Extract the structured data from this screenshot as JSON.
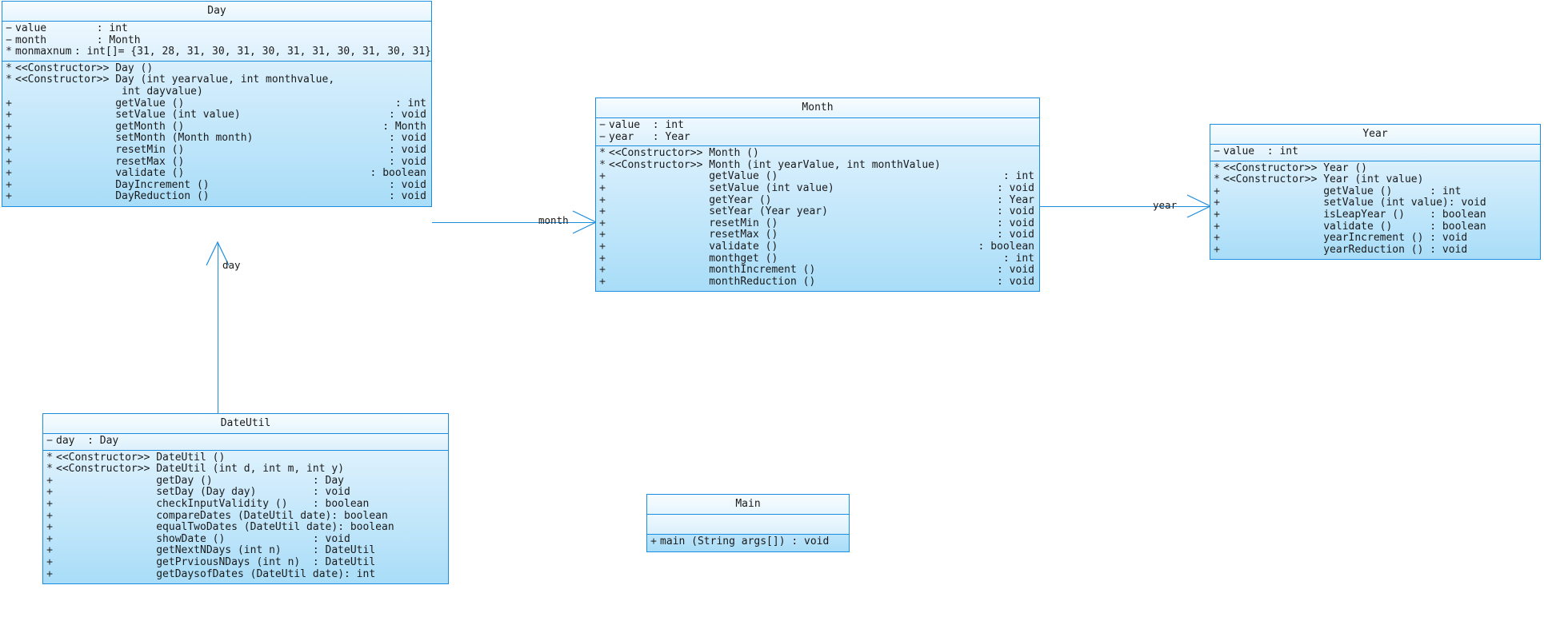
{
  "diagram": {
    "title": "UML Class Diagram",
    "accent_color": "#1b8de0",
    "fill_top": "#f4fbff",
    "fill_bottom": "#a9ddf8"
  },
  "classes": {
    "day": {
      "name": "Day",
      "attributes": [
        {
          "visibility": "−",
          "name": "value",
          "type": "int",
          "default": ""
        },
        {
          "visibility": "−",
          "name": "month",
          "type": "Month",
          "default": ""
        },
        {
          "visibility": "*",
          "name": "monmaxnum",
          "type": "int[]",
          "default": "= {31, 28, 31, 30, 31, 30, 31, 31, 30, 31, 30, 31}"
        }
      ],
      "operations": [
        {
          "visibility": "*",
          "stereotype": "<<Constructor>>",
          "signature": "Day ()",
          "returns": ""
        },
        {
          "visibility": "*",
          "stereotype": "<<Constructor>>",
          "signature": "Day (int yearvalue, int monthvalue,",
          "signature2": "int dayvalue)",
          "returns": ""
        },
        {
          "visibility": "+",
          "stereotype": "",
          "signature": "getValue ()",
          "returns": ": int"
        },
        {
          "visibility": "+",
          "stereotype": "",
          "signature": "setValue (int value)",
          "returns": ": void"
        },
        {
          "visibility": "+",
          "stereotype": "",
          "signature": "getMonth ()",
          "returns": ": Month"
        },
        {
          "visibility": "+",
          "stereotype": "",
          "signature": "setMonth (Month month)",
          "returns": ": void"
        },
        {
          "visibility": "+",
          "stereotype": "",
          "signature": "resetMin ()",
          "returns": ": void"
        },
        {
          "visibility": "+",
          "stereotype": "",
          "signature": "resetMax ()",
          "returns": ": void"
        },
        {
          "visibility": "+",
          "stereotype": "",
          "signature": "validate ()",
          "returns": ": boolean"
        },
        {
          "visibility": "+",
          "stereotype": "",
          "signature": "DayIncrement ()",
          "returns": ": void"
        },
        {
          "visibility": "+",
          "stereotype": "",
          "signature": "DayReduction ()",
          "returns": ": void"
        }
      ]
    },
    "month": {
      "name": "Month",
      "attributes": [
        {
          "visibility": "−",
          "name": "value",
          "type": "int",
          "default": ""
        },
        {
          "visibility": "−",
          "name": "year",
          "type": "Year",
          "default": ""
        }
      ],
      "operations": [
        {
          "visibility": "*",
          "stereotype": "<<Constructor>>",
          "signature": "Month ()",
          "returns": ""
        },
        {
          "visibility": "*",
          "stereotype": "<<Constructor>>",
          "signature": "Month (int yearValue, int monthValue)",
          "returns": ""
        },
        {
          "visibility": "+",
          "stereotype": "",
          "signature": "getValue ()",
          "returns": ": int"
        },
        {
          "visibility": "+",
          "stereotype": "",
          "signature": "setValue (int value)",
          "returns": ": void"
        },
        {
          "visibility": "+",
          "stereotype": "",
          "signature": "getYear ()",
          "returns": ": Year"
        },
        {
          "visibility": "+",
          "stereotype": "",
          "signature": "setYear (Year year)",
          "returns": ": void"
        },
        {
          "visibility": "+",
          "stereotype": "",
          "signature": "resetMin ()",
          "returns": ": void"
        },
        {
          "visibility": "+",
          "stereotype": "",
          "signature": "resetMax ()",
          "returns": ": void"
        },
        {
          "visibility": "+",
          "stereotype": "",
          "signature": "validate ()",
          "returns": ": boolean"
        },
        {
          "visibility": "+",
          "stereotype": "",
          "signature": "monthget ()",
          "returns": ": int"
        },
        {
          "visibility": "+",
          "stereotype": "",
          "signature": "monthIncrement ()",
          "returns": ": void"
        },
        {
          "visibility": "+",
          "stereotype": "",
          "signature": "monthReduction ()",
          "returns": ": void"
        }
      ]
    },
    "year": {
      "name": "Year",
      "attributes": [
        {
          "visibility": "−",
          "name": "value",
          "type": "int",
          "default": ""
        }
      ],
      "operations": [
        {
          "visibility": "*",
          "stereotype": "<<Constructor>>",
          "signature": "Year ()",
          "returns": ""
        },
        {
          "visibility": "*",
          "stereotype": "<<Constructor>>",
          "signature": "Year (int value)",
          "returns": ""
        },
        {
          "visibility": "+",
          "stereotype": "",
          "signature": "getValue ()",
          "returns": ": int"
        },
        {
          "visibility": "+",
          "stereotype": "",
          "signature": "setValue (int value)",
          "returns": ": void"
        },
        {
          "visibility": "+",
          "stereotype": "",
          "signature": "isLeapYear ()",
          "returns": ": boolean"
        },
        {
          "visibility": "+",
          "stereotype": "",
          "signature": "validate ()",
          "returns": ": boolean"
        },
        {
          "visibility": "+",
          "stereotype": "",
          "signature": "yearIncrement ()",
          "returns": ": void"
        },
        {
          "visibility": "+",
          "stereotype": "",
          "signature": "yearReduction ()",
          "returns": ": void"
        }
      ]
    },
    "dateutil": {
      "name": "DateUtil",
      "attributes": [
        {
          "visibility": "−",
          "name": "day",
          "type": "Day",
          "default": ""
        }
      ],
      "operations": [
        {
          "visibility": "*",
          "stereotype": "<<Constructor>>",
          "signature": "DateUtil ()",
          "returns": ""
        },
        {
          "visibility": "*",
          "stereotype": "<<Constructor>>",
          "signature": "DateUtil (int d, int m, int y)",
          "returns": ""
        },
        {
          "visibility": "+",
          "stereotype": "",
          "signature": "getDay ()",
          "returns": ": Day"
        },
        {
          "visibility": "+",
          "stereotype": "",
          "signature": "setDay (Day day)",
          "returns": ": void"
        },
        {
          "visibility": "+",
          "stereotype": "",
          "signature": "checkInputValidity ()",
          "returns": ": boolean"
        },
        {
          "visibility": "+",
          "stereotype": "",
          "signature": "compareDates (DateUtil date)",
          "returns": ": boolean"
        },
        {
          "visibility": "+",
          "stereotype": "",
          "signature": "equalTwoDates (DateUtil date)",
          "returns": ": boolean"
        },
        {
          "visibility": "+",
          "stereotype": "",
          "signature": "showDate ()",
          "returns": ": void"
        },
        {
          "visibility": "+",
          "stereotype": "",
          "signature": "getNextNDays (int n)",
          "returns": ": DateUtil"
        },
        {
          "visibility": "+",
          "stereotype": "",
          "signature": "getPrviousNDays (int n)",
          "returns": ": DateUtil"
        },
        {
          "visibility": "+",
          "stereotype": "",
          "signature": "getDaysofDates (DateUtil date)",
          "returns": ": int"
        }
      ]
    },
    "main": {
      "name": "Main",
      "attributes": [],
      "operations": [
        {
          "visibility": "+",
          "stereotype": "",
          "signature": "main (String args[])",
          "returns": ": void"
        }
      ]
    }
  },
  "associations": [
    {
      "id": "day-to-month",
      "label": "month",
      "from": "Day",
      "to": "Month"
    },
    {
      "id": "month-to-year",
      "label": "year",
      "from": "Month",
      "to": "Year"
    },
    {
      "id": "dateutil-to-day",
      "label": "day",
      "from": "DateUtil",
      "to": "Day"
    }
  ]
}
